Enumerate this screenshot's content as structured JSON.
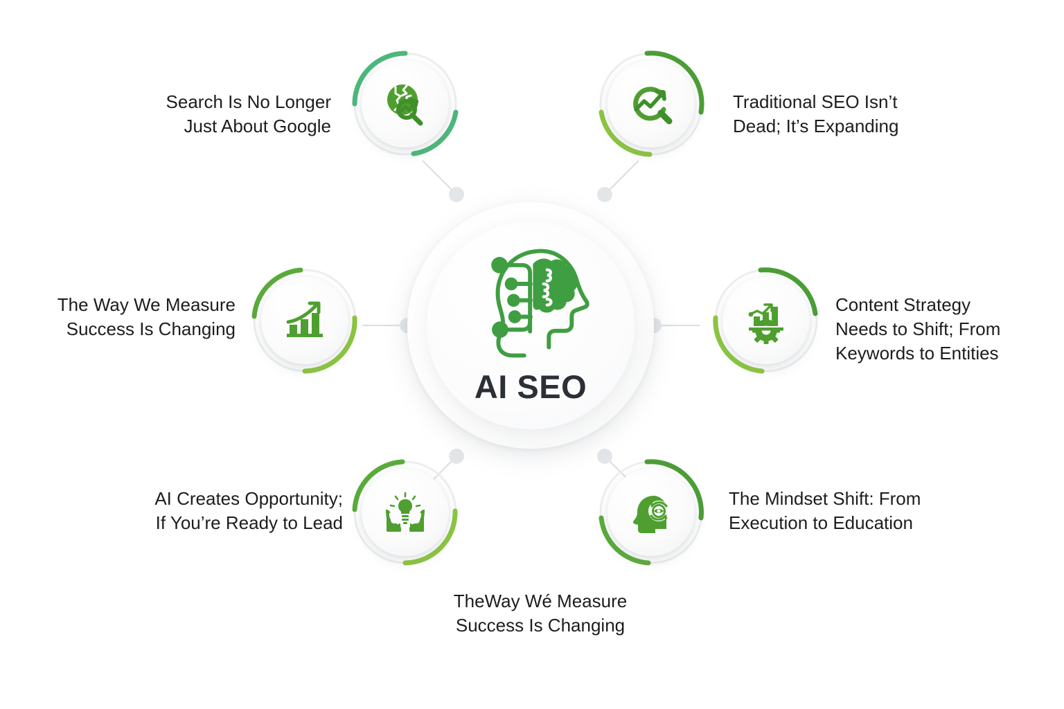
{
  "hub": {
    "title": "AI SEO",
    "icon": "ai-brain-head-icon"
  },
  "theme": {
    "dark_green": "#3f9e41",
    "mid_green": "#4cb87a",
    "light_green": "#8cc63f",
    "leaf_green": "#5aab3a",
    "text": "#1d1d1f",
    "title_text": "#2b3036",
    "ring_gray": "#eceef0",
    "connector_gray": "#dcdfe2"
  },
  "nodes": [
    {
      "id": "search-not-just-google",
      "icon": "globe-search-growth-icon",
      "label": "Search Is No Longer\nJust About Google",
      "align": "right"
    },
    {
      "id": "traditional-seo-expanding",
      "icon": "magnifier-trend-arrow-icon",
      "label": "Traditional SEO Isn’t\nDead; It’s Expanding",
      "align": "left"
    },
    {
      "id": "measuring-success-changing",
      "icon": "bar-chart-growth-icon",
      "label": "The Way We Measure\nSuccess Is Changing",
      "align": "right"
    },
    {
      "id": "content-strategy-entities",
      "icon": "bar-chart-gear-icon",
      "label": "Content Strategy\nNeeds to Shift; From\nKeywords to Entities",
      "align": "left"
    },
    {
      "id": "ai-creates-opportunity",
      "icon": "hands-lightbulb-icon",
      "label": "AI Creates Opportunity;\nIf You’re Ready to Lead",
      "align": "right"
    },
    {
      "id": "mindset-shift-education",
      "icon": "head-cycle-arrows-icon",
      "label": "The Mindset Shift: From\nExecution to Education",
      "align": "left"
    }
  ],
  "bottom_caption": {
    "label": "TheWay Wé Measure\nSuccess Is Changing"
  }
}
